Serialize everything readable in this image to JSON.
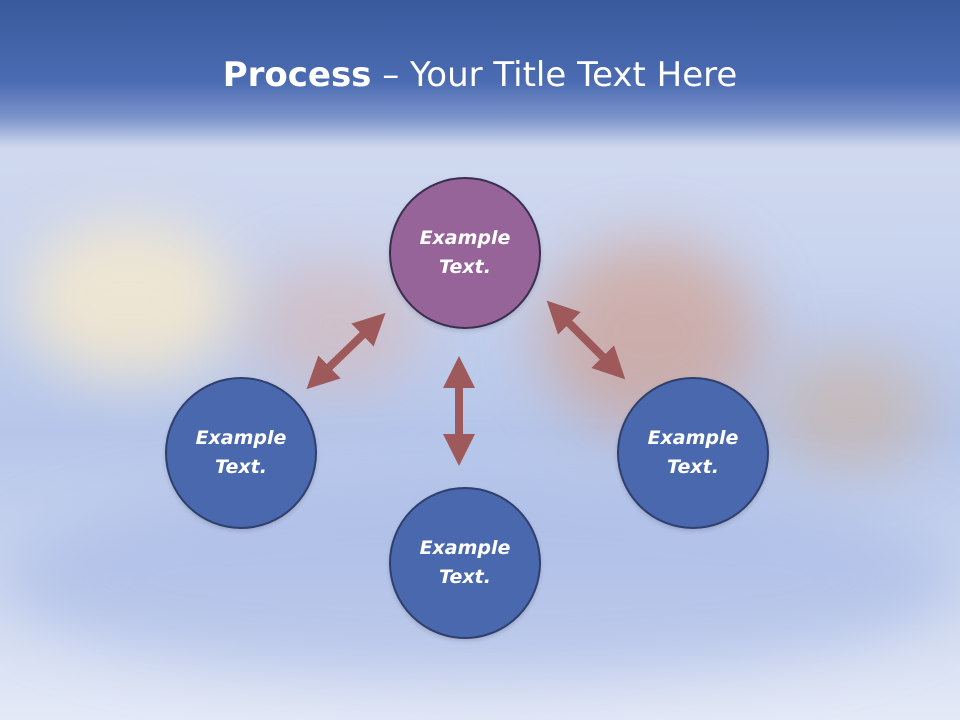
{
  "title": {
    "bold": "Process",
    "rest": " – Your Title Text Here"
  },
  "nodes": {
    "top": "Example Text.",
    "left": "Example Text.",
    "right": "Example Text.",
    "bottom": "Example Text."
  },
  "colors": {
    "title_band": "#4a68ae",
    "node_blue": "#4a68ae",
    "node_purple": "#97649a",
    "arrow": "#9e5a5a"
  }
}
